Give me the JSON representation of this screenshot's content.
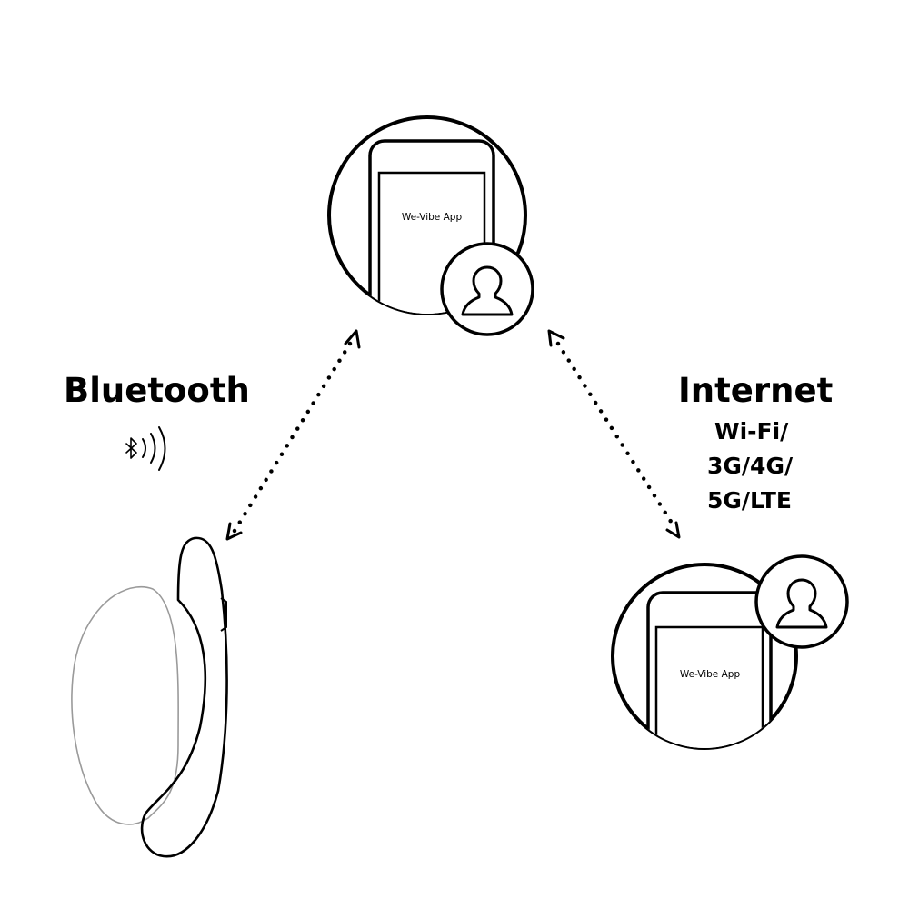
{
  "colors": {
    "ink": "#000000",
    "background": "#ffffff",
    "device_outline": "#9a9a9a"
  },
  "top_phone": {
    "app_label": "We-Vibe App",
    "icon": "user-icon"
  },
  "bottom_phone": {
    "app_label": "We-Vibe App",
    "icon": "user-icon"
  },
  "bluetooth": {
    "label": "Bluetooth",
    "icon": "bluetooth-signal-icon"
  },
  "internet": {
    "label": "Internet",
    "lines": [
      "Wi-Fi/",
      "3G/4G/",
      "5G/LTE"
    ]
  },
  "device": {
    "icon": "vibrator-device-icon"
  }
}
